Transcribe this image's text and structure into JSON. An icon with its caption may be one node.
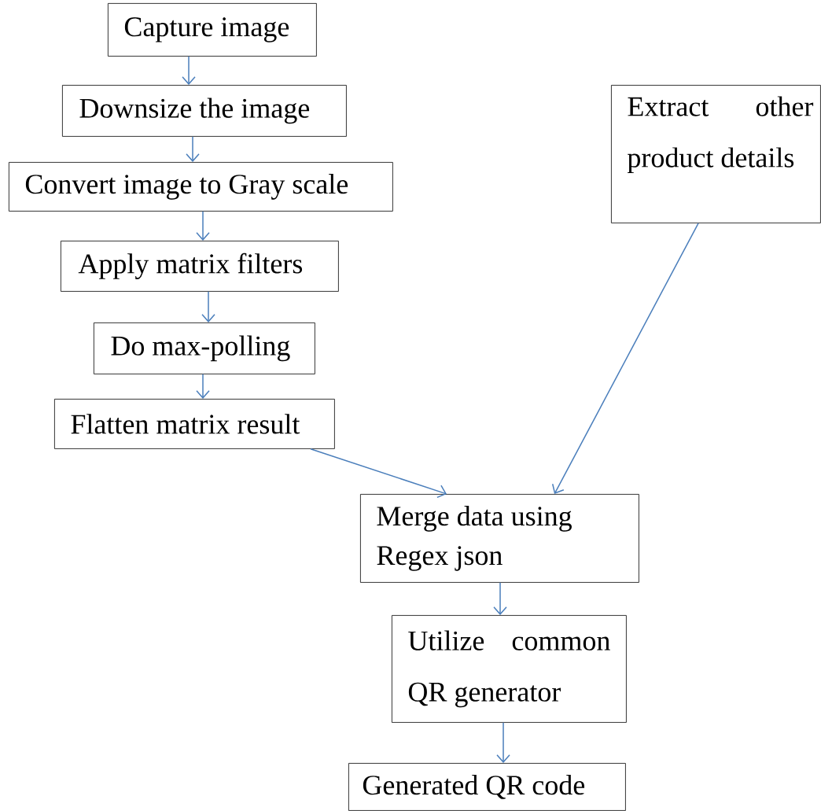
{
  "diagram": {
    "nodes": [
      {
        "text": [
          "Capture image"
        ]
      },
      {
        "text": [
          "Downsize the image"
        ]
      },
      {
        "text": [
          "Convert image to Gray scale"
        ]
      },
      {
        "text": [
          "Apply matrix filters"
        ]
      },
      {
        "text": [
          "Do max-polling"
        ]
      },
      {
        "text": [
          "Flatten matrix result"
        ]
      },
      {
        "text": [
          "Extract other product details"
        ]
      },
      {
        "text": [
          "Merge data using Regex json"
        ]
      },
      {
        "text": [
          "Utilize common QR generator"
        ]
      },
      {
        "text": [
          "Generated QR code"
        ]
      }
    ],
    "edges": [
      {
        "from": 0,
        "to": 1,
        "arrow": "to"
      },
      {
        "from": 1,
        "to": 2,
        "arrow": "to"
      },
      {
        "from": 2,
        "to": 3,
        "arrow": "to"
      },
      {
        "from": 3,
        "to": 4,
        "arrow": "to"
      },
      {
        "from": 4,
        "to": 5,
        "arrow": "to"
      },
      {
        "from": 5,
        "to": 7,
        "arrow": "to"
      },
      {
        "from": 6,
        "to": 7,
        "arrow": "to"
      },
      {
        "from": 7,
        "to": 8,
        "arrow": "to"
      },
      {
        "from": 8,
        "to": 9,
        "arrow": "to"
      }
    ]
  }
}
